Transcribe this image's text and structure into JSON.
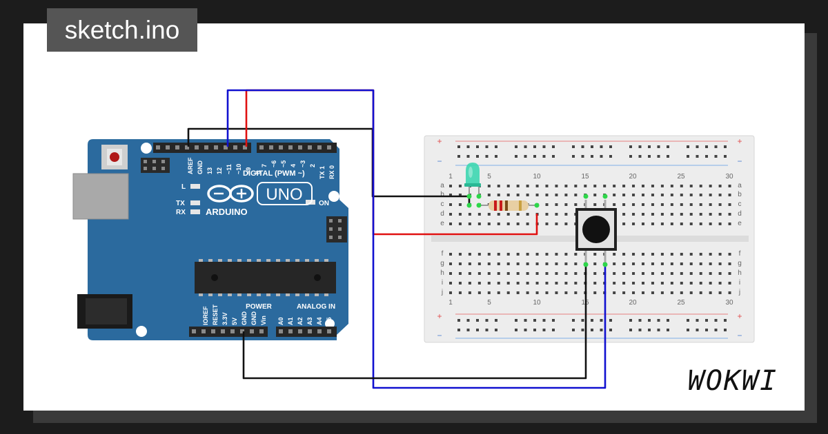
{
  "sketch_title": "sketch.ino",
  "brand": "WOKWI",
  "arduino": {
    "name": "ARDUINO",
    "model": "UNO",
    "digital_header": "DIGITAL (PWM ~)",
    "digital_pins": [
      "AREF",
      "GND",
      "13",
      "12",
      "~11",
      "~10",
      "~9",
      "8",
      "7",
      "~6",
      "~5",
      "4",
      "~3",
      "2",
      "TX 1",
      "RX 0"
    ],
    "power_header": "POWER",
    "power_pins": [
      "IOREF",
      "RESET",
      "3.3V",
      "5V",
      "GND",
      "GND",
      "Vin"
    ],
    "analog_header": "ANALOG IN",
    "analog_pins": [
      "A0",
      "A1",
      "A2",
      "A3",
      "A4",
      "A5"
    ],
    "led_l": "L",
    "led_tx": "TX",
    "led_rx": "RX",
    "on": "ON"
  },
  "breadboard": {
    "column_numbers": [
      "1",
      "5",
      "10",
      "15",
      "20",
      "25",
      "30"
    ],
    "rows_top": [
      "a",
      "b",
      "c",
      "d",
      "e"
    ],
    "rows_bottom": [
      "f",
      "g",
      "h",
      "i",
      "j"
    ],
    "plus": "+",
    "minus": "−"
  },
  "colors": {
    "board_blue": "#2b6a9e",
    "wire_black": "#111111",
    "wire_red": "#e01010",
    "wire_blue": "#1010d0",
    "led_green": "#3cd6b0"
  }
}
